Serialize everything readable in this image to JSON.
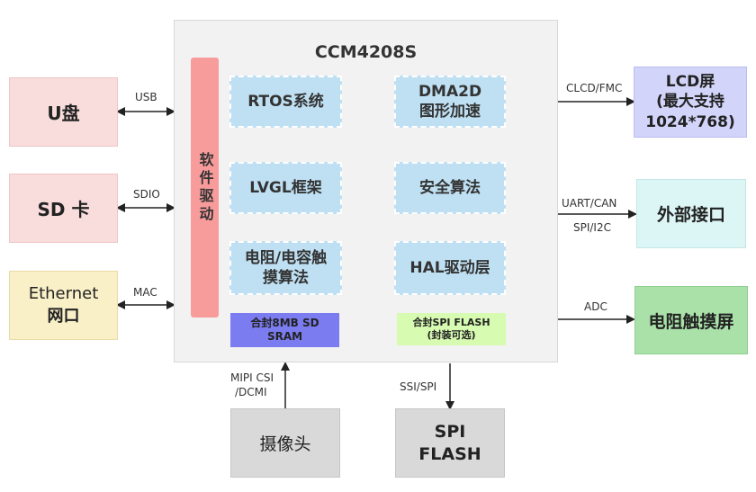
{
  "chip": {
    "title": "CCM4208S",
    "driver": "软件驱动",
    "modules": {
      "rtos": "RTOS系统",
      "dma2d_line1": "DMA2D",
      "dma2d_line2": "图形加速",
      "lvgl": "LVGL框架",
      "security": "安全算法",
      "touch_line1": "电阻/电容触",
      "touch_line2": "摸算法",
      "hal": "HAL驱动层"
    },
    "sdram_line1": "合封8MB SD",
    "sdram_line2": "SRAM",
    "spiflash_line1": "合封SPI FLASH",
    "spiflash_line2": "(封装可选)"
  },
  "left": {
    "udisk": "U盘",
    "usb": "USB",
    "sdcard": "SD 卡",
    "sdio": "SDIO",
    "ethernet_line1": "Ethernet",
    "ethernet_line2": "网口",
    "mac": "MAC"
  },
  "right": {
    "lcd_line1": "LCD屏",
    "lcd_line2": "(最大支持",
    "lcd_line3": "1024*768)",
    "clcd": "CLCD/FMC",
    "external_iface": "外部接口",
    "uart_can": "UART/CAN",
    "spi_i2c": "SPI/I2C",
    "touchscreen": "电阻触摸屏",
    "adc": "ADC"
  },
  "bottom": {
    "camera": "摄像头",
    "mipi_line1": "MIPI CSI",
    "mipi_line2": "/DCMI",
    "spi_flash_line1": "SPI",
    "spi_flash_line2": "FLASH",
    "ssi_spi": "SSI/SPI"
  },
  "colors": {
    "pink_box": "#f9dcdc",
    "yellow_box": "#faf0c8",
    "lcd_box": "#d2d4fa",
    "iface_box": "#dcf5f5",
    "touch_box": "#a9e1a9",
    "gray_box": "#d9d9d9",
    "driver_bar": "#f89b9b",
    "module": "#bfe0f3",
    "sdram": "#7b7cf0",
    "spiflash_chip": "#d7fbb1"
  }
}
